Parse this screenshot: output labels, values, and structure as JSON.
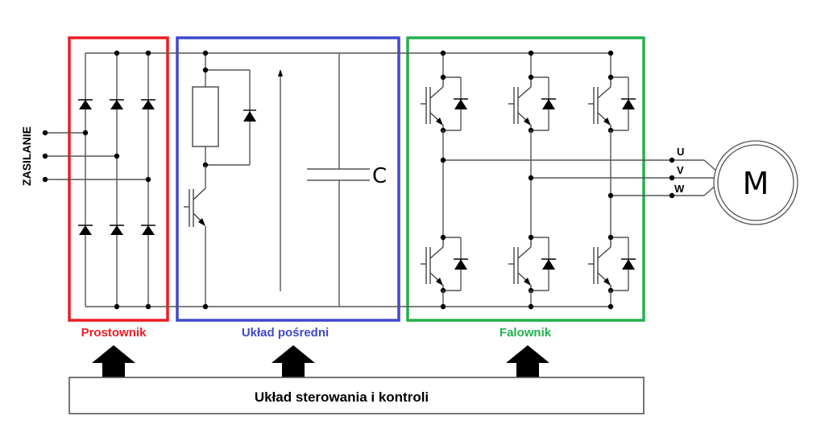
{
  "supply_label": "ZASILANIE",
  "sections": {
    "rectifier": {
      "label": "Prostownik",
      "color": "#ed1c24"
    },
    "intermediate": {
      "label": "Układ pośredni",
      "color": "#3f48cc"
    },
    "inverter": {
      "label": "Falownik",
      "color": "#22b14c"
    }
  },
  "capacitor_label": "C",
  "motor_label": "M",
  "phases": [
    "U",
    "V",
    "W"
  ],
  "control_unit_label": "Układ sterowania i kontroli",
  "icons": {
    "rectifier_diodes": "diode-icon",
    "transistor": "igbt-icon",
    "motor": "motor-icon",
    "control_arrows": "arrow-up-icon"
  }
}
